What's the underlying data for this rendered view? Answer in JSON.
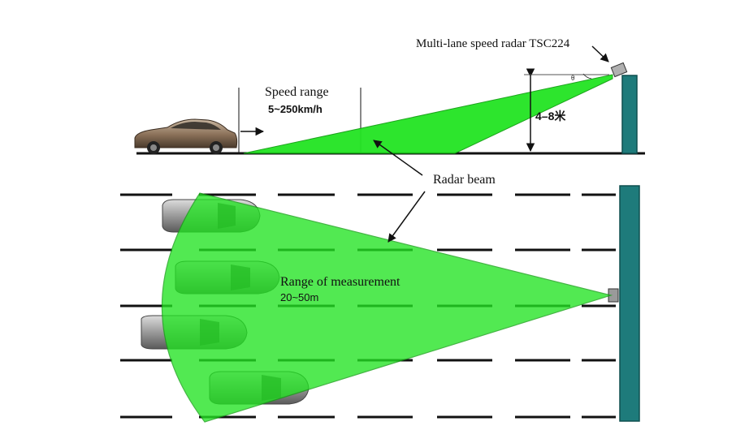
{
  "labels": {
    "radar_device": "Multi-lane speed radar TSC224",
    "speed_range_title": "Speed range",
    "speed_range_value": "5~250km/h",
    "mount_height": "4–8米",
    "angle_symbol": "θ",
    "radar_beam": "Radar beam",
    "measurement_title": "Range of measurement",
    "measurement_value": "20~50m"
  },
  "colors": {
    "beam_fill": "#22e422",
    "beam_stroke": "#12a012",
    "pole": "#1e7b7b",
    "pole_edge": "#0f4f4f",
    "road_line": "#111111"
  }
}
